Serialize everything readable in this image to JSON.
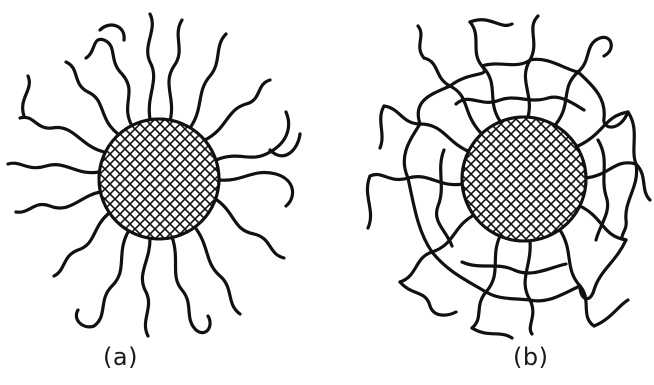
{
  "panels": [
    {
      "id": "a",
      "label": "(a)",
      "description_type": "polymer-brush-particle-free-chains"
    },
    {
      "id": "b",
      "label": "(b)",
      "description_type": "polymer-brush-particle-crosslinked-network"
    }
  ],
  "colors": {
    "ink": "#111111",
    "background": "#ffffff"
  }
}
